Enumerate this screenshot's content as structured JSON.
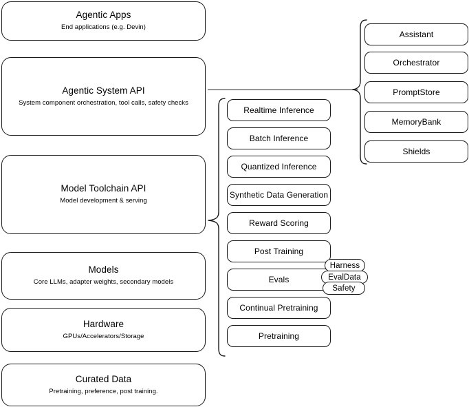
{
  "diagram": {
    "title": "AI stack layered architecture diagram",
    "stroke_color": "#1a1a1a",
    "background_color": "#ffffff",
    "layers": [
      {
        "title": "Agentic Apps",
        "subtitle": "End applications (e.g. Devin)"
      },
      {
        "title": "Agentic System API",
        "subtitle": "System component orchestration, tool calls, safety checks"
      },
      {
        "title": "Model Toolchain API",
        "subtitle": "Model development & serving"
      },
      {
        "title": "Models",
        "subtitle": "Core LLMs, adapter weights, secondary models"
      },
      {
        "title": "Hardware",
        "subtitle": "GPUs/Accelerators/Storage"
      },
      {
        "title": "Curated Data",
        "subtitle": "Pretraining, preference, post training."
      }
    ],
    "toolchain_components": [
      {
        "label": "Realtime Inference"
      },
      {
        "label": "Batch Inference"
      },
      {
        "label": "Quantized Inference"
      },
      {
        "label": "Synthetic Data Generation"
      },
      {
        "label": "Reward Scoring"
      },
      {
        "label": "Post Training"
      },
      {
        "label": "Evals"
      },
      {
        "label": "Continual Pretraining"
      },
      {
        "label": "Pretraining"
      }
    ],
    "evals_subcomponents": [
      {
        "label": "Harness"
      },
      {
        "label": "EvalData"
      },
      {
        "label": "Safety"
      }
    ],
    "system_components": [
      {
        "label": "Assistant"
      },
      {
        "label": "Orchestrator"
      },
      {
        "label": "PromptStore"
      },
      {
        "label": "MemoryBank"
      },
      {
        "label": "Shields"
      }
    ]
  }
}
